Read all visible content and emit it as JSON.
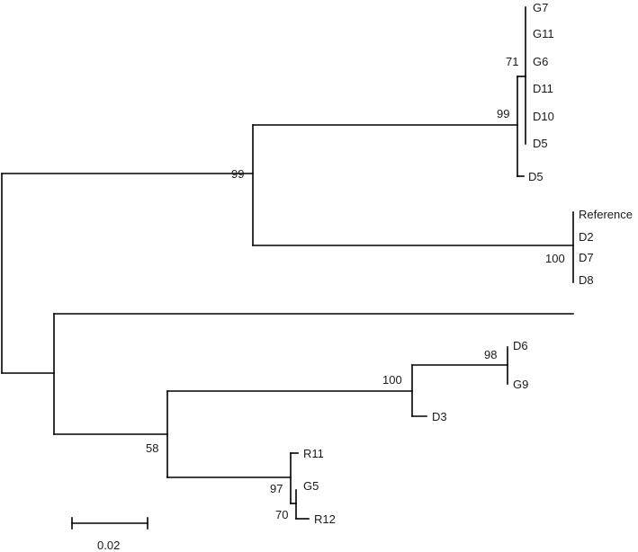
{
  "tree": {
    "taxa": {
      "g7": "G7",
      "g11": "G11",
      "g6": "G6",
      "d11": "D11",
      "d10": "D10",
      "d5a": "D5",
      "d5b": "D5",
      "reference": "Reference",
      "d2": "D2",
      "d7": "D7",
      "d8": "D8",
      "d6": "D6",
      "g9": "G9",
      "d3": "D3",
      "r11": "R11",
      "g5": "G5",
      "r12": "R12"
    },
    "support": {
      "upper_clade": "99",
      "g_d_clade": "99",
      "g_subclade": "71",
      "reference_clade": "100",
      "d_clade": "100",
      "d6_g9": "98",
      "lower_clade": "58",
      "r_clade": "97",
      "g5_r12": "70"
    },
    "scale_bar": {
      "label": "0.02"
    }
  }
}
